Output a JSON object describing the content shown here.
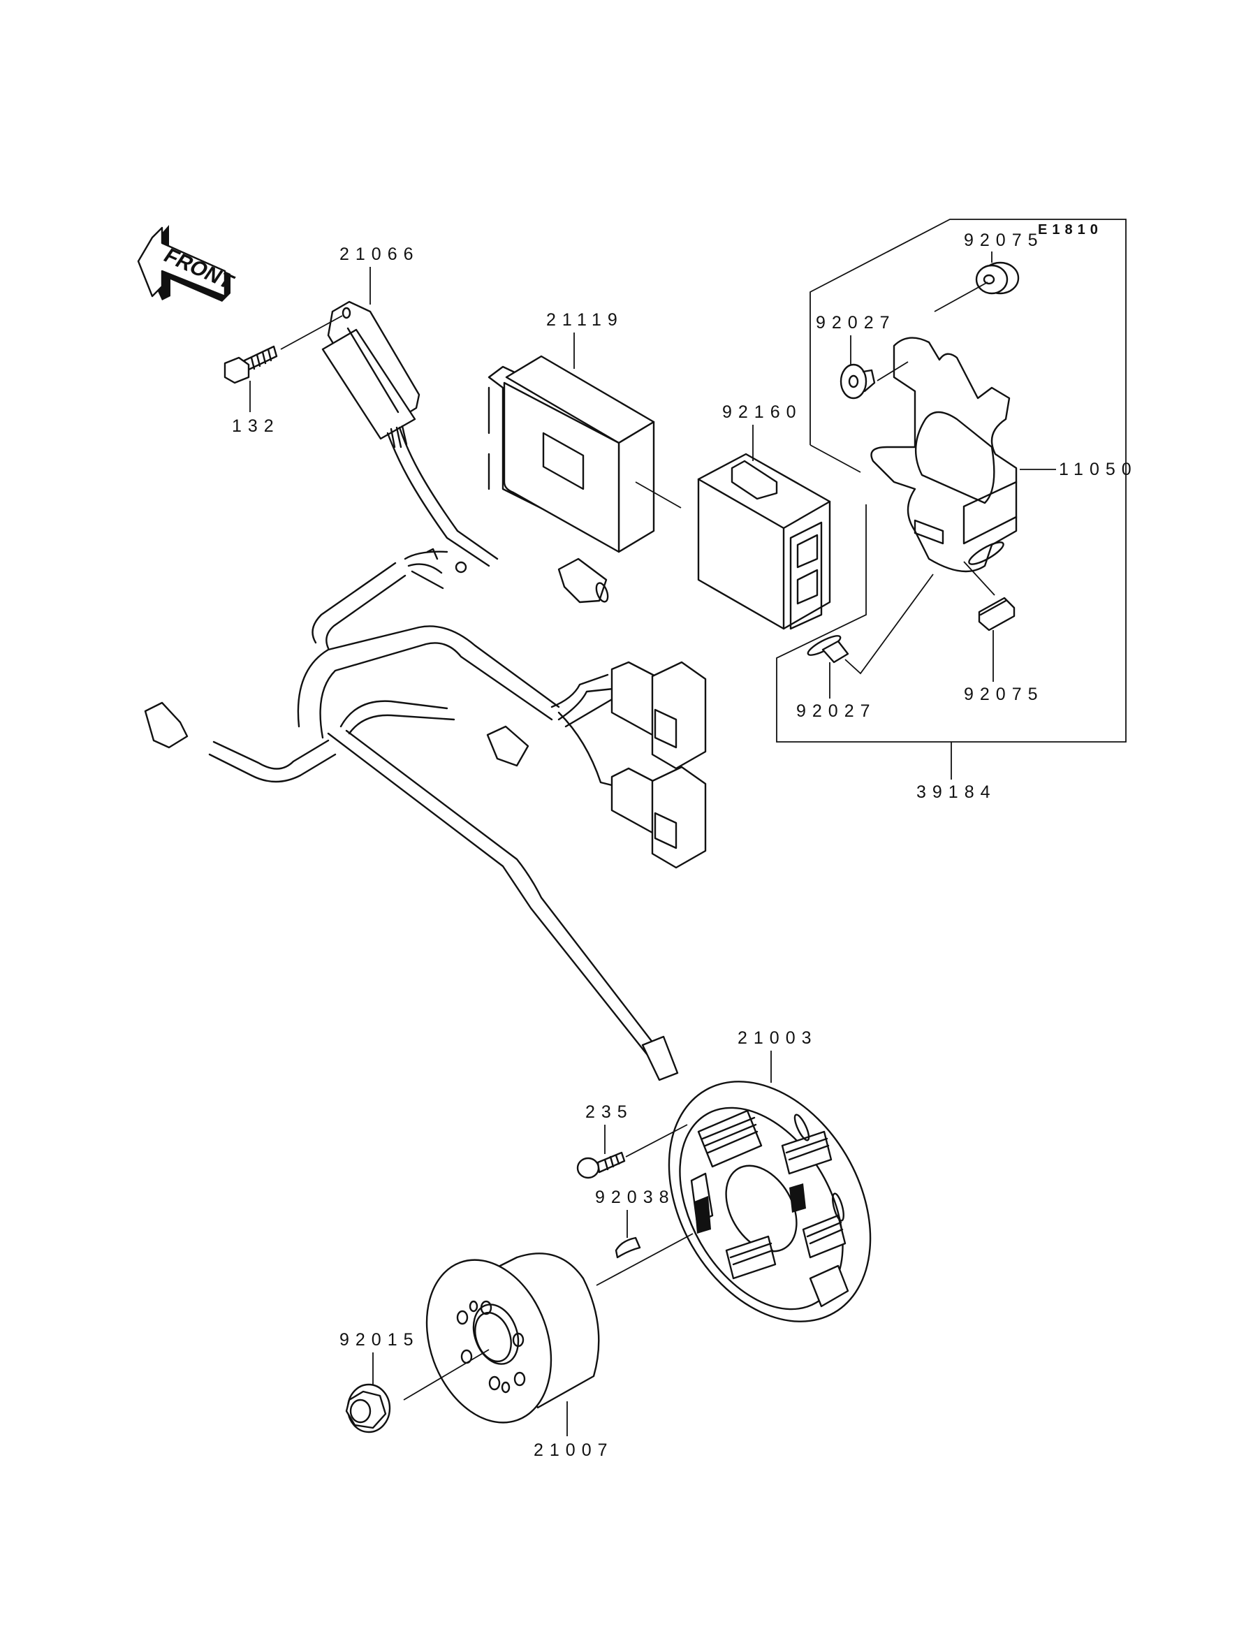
{
  "diagram": {
    "type": "exploded-parts-diagram",
    "reference_code": "E1810",
    "direction_indicator": "FRONT",
    "parts": [
      {
        "number": "21066",
        "description": "box-module"
      },
      {
        "number": "132",
        "description": "flange-bolt"
      },
      {
        "number": "21119",
        "description": "control-unit"
      },
      {
        "number": "92160",
        "description": "rubber-cover"
      },
      {
        "number": "92027",
        "description": "collar"
      },
      {
        "number": "92075",
        "description": "grommet"
      },
      {
        "number": "11050",
        "description": "bracket"
      },
      {
        "number": "92027",
        "description": "collar"
      },
      {
        "number": "92075",
        "description": "grommet"
      },
      {
        "number": "39184",
        "description": "bracket-assembly-kit"
      },
      {
        "number": "21003",
        "description": "stator-assembly"
      },
      {
        "number": "235",
        "description": "screw"
      },
      {
        "number": "92038",
        "description": "woodruff-key"
      },
      {
        "number": "92015",
        "description": "flange-nut"
      },
      {
        "number": "21007",
        "description": "rotor-flywheel"
      }
    ]
  }
}
